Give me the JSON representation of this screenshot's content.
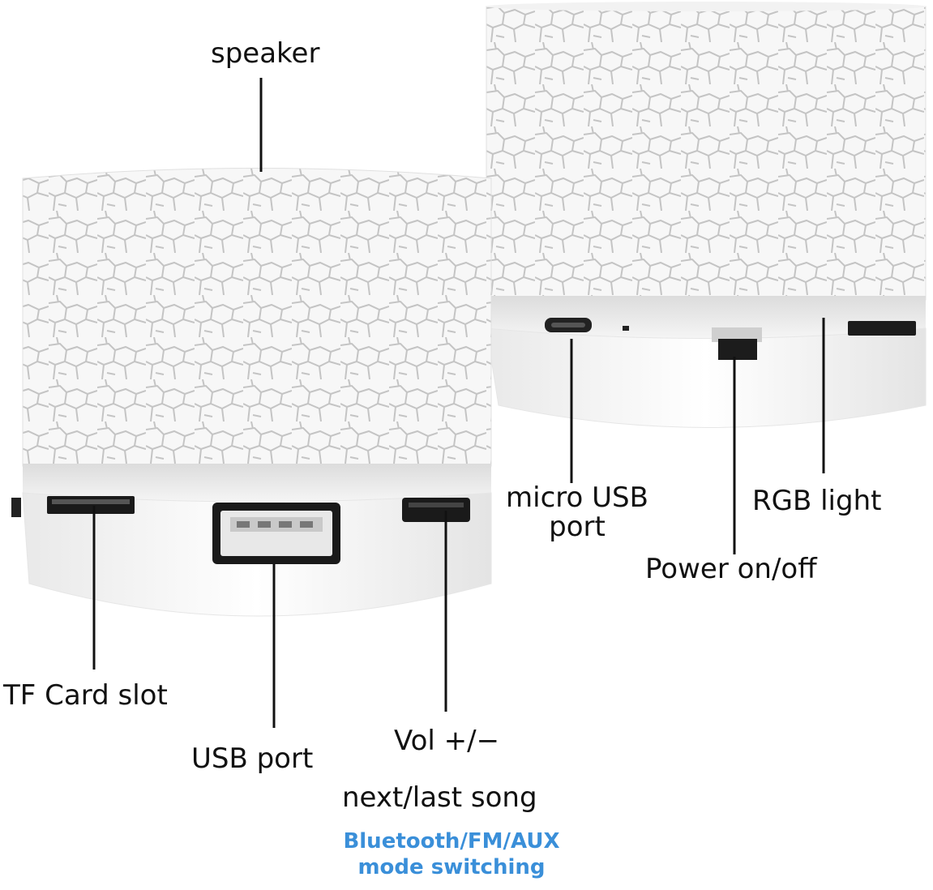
{
  "labels": {
    "speaker": "speaker",
    "micro_usb_line1": "micro USB",
    "micro_usb_line2": "port",
    "rgb_light": "RGB light",
    "power": "Power on/off",
    "tf_card": "TF Card slot",
    "usb_port": "USB port",
    "vol": "Vol +/−",
    "next_last": "next/last song",
    "mode_line1": "Bluetooth/FM/AUX",
    "mode_line2": "mode switching"
  },
  "colors": {
    "accent_blue": "#3a8fd9",
    "speaker_body": "#f4f4f4",
    "crack_lines": "#bdbdbd",
    "leader_lines": "#111111"
  }
}
